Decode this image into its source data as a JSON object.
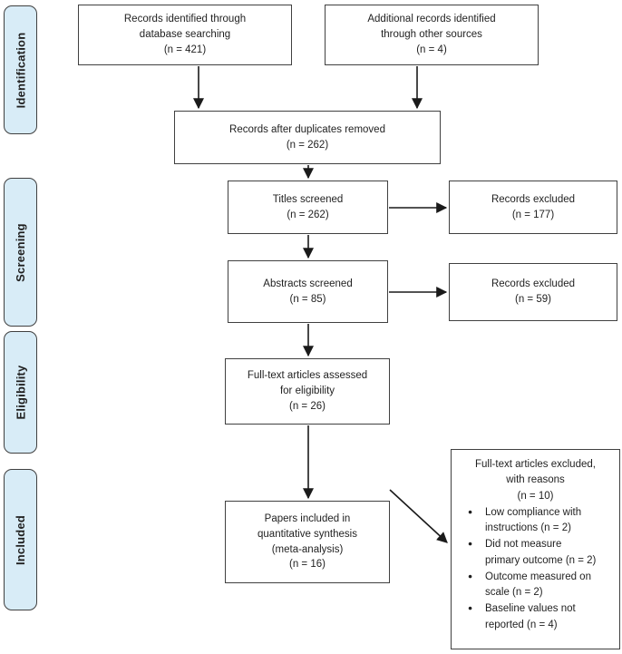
{
  "stages": [
    {
      "label": "Identification"
    },
    {
      "label": "Screening"
    },
    {
      "label": "Eligibility"
    },
    {
      "label": "Included"
    }
  ],
  "boxes": {
    "records_identified": {
      "text": "Records identified through\ndatabase searching\n(n = 421)"
    },
    "additional_records": {
      "text": "Additional records identified\nthrough other sources\n(n = 4)"
    },
    "duplicates_removed": {
      "text": "Records after duplicates removed\n(n = 262)"
    },
    "titles_screened": {
      "text": "Titles screened\n(n = 262)"
    },
    "records_excluded_titles": {
      "text": "Records excluded\n(n = 177)"
    },
    "abstracts_screened": {
      "text": "Abstracts screened\n(n = 85)"
    },
    "records_excluded_abstracts": {
      "text": "Records excluded\n(n = 59)"
    },
    "fulltext_assessed": {
      "text": "Full-text articles assessed\nfor eligibility\n(n = 26)"
    },
    "papers_included": {
      "text": "Papers included in\nquantitative synthesis\n(meta-analysis)\n(n = 16)"
    },
    "fulltext_excluded": {
      "title": "Full-text articles excluded,\nwith reasons\n(n = 10)",
      "reasons": [
        "Low compliance with\ninstructions (n = 2)",
        "Did not measure\nprimary outcome (n = 2)",
        "Outcome measured on\nscale (n = 2)",
        "Baseline values not\nreported (n = 4)"
      ]
    }
  },
  "colors": {
    "stage_fill": "#d8ecf7",
    "box_border": "#404040",
    "arrow": "#1a1a1a",
    "text": "#1f1f1f",
    "background": "#ffffff"
  }
}
